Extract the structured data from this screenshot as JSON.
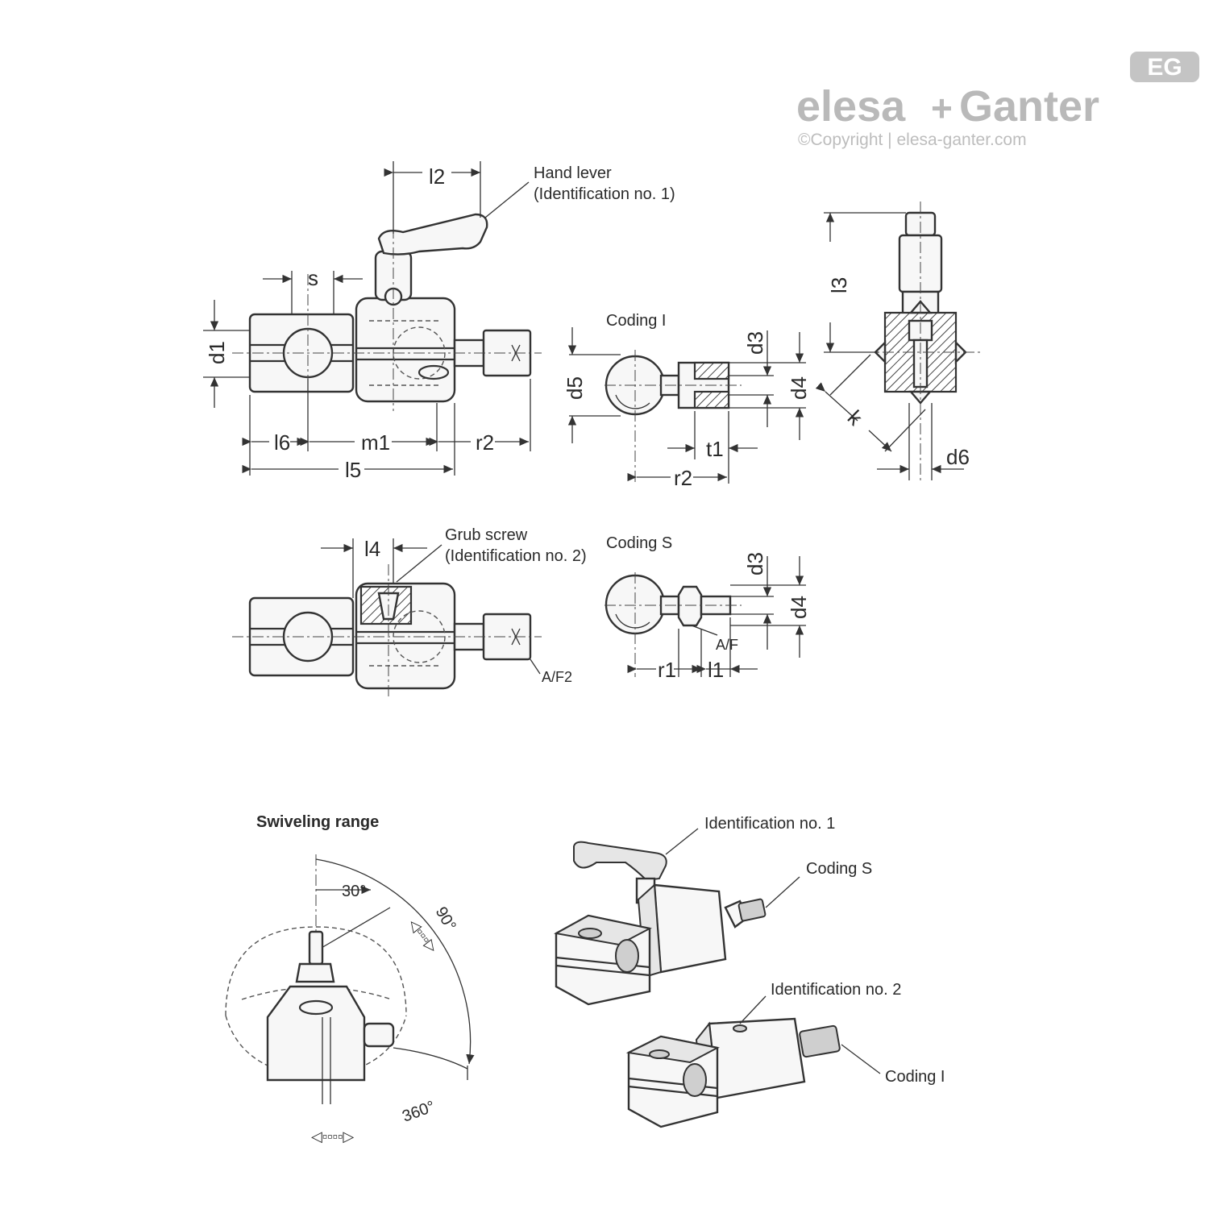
{
  "logo": {
    "badge": "EG",
    "brand_left": "elesa",
    "plus": "+",
    "brand_right": "Ganter",
    "copyright": "©Copyright | elesa-ganter.com"
  },
  "labels": {
    "hand_lever_line1": "Hand lever",
    "hand_lever_line2": "(Identification no. 1)",
    "coding_i_top": "Coding I",
    "grub_screw_line1": "Grub screw",
    "grub_screw_line2": "(Identification no. 2)",
    "coding_s_mid": "Coding S",
    "swiveling_range": "Swiveling range",
    "ident_no_1": "Identification no. 1",
    "coding_s_iso": "Coding S",
    "ident_no_2": "Identification no. 2",
    "coding_i_iso": "Coding I",
    "af": "A/F",
    "af2": "A/F2"
  },
  "dimensions": {
    "l2": "l2",
    "s": "s",
    "d1": "d1",
    "l6": "l6",
    "m1": "m1",
    "r2": "r2",
    "l5": "l5",
    "d3": "d3",
    "d4": "d4",
    "d5": "d5",
    "t1": "t1",
    "r2b": "r2",
    "l3": "l3",
    "k": "k",
    "d6": "d6",
    "l4": "l4",
    "d3b": "d3",
    "d4b": "d4",
    "r1": "r1",
    "l1": "l1"
  },
  "angles": {
    "a30": "30°",
    "a90": "90°",
    "a360": "360°"
  },
  "colors": {
    "line": "#333333",
    "logo_gray": "#b9b9b9",
    "fill_light": "#f7f7f7",
    "fill_mid": "#e6e6e6"
  }
}
